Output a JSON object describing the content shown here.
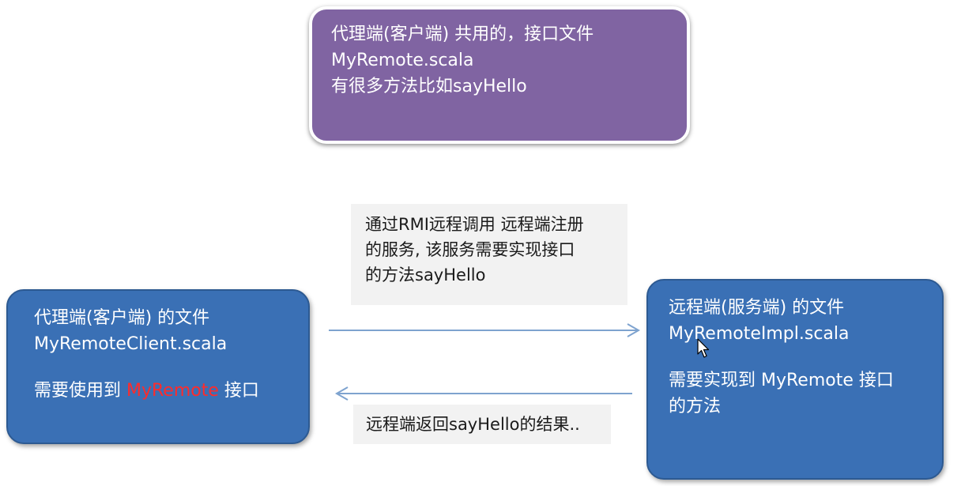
{
  "shared_box": {
    "line1": "代理端(客户端) 共用的，接口文件",
    "line2": "MyRemote.scala",
    "line3": "有很多方法比如sayHello"
  },
  "client_box": {
    "line1": "代理端(客户端) 的文件",
    "line2": "MyRemoteClient.scala",
    "line3_pre": "需要使用到 ",
    "line3_highlight": "MyRemote",
    "line3_post": " 接口"
  },
  "server_box": {
    "line1": "远程端(服务端) 的文件",
    "line2": "MyRemoteImpl.scala",
    "line3": "需要实现到 MyRemote 接口",
    "line4": "的方法"
  },
  "request_note": {
    "line1": "通过RMI远程调用 远程端注册",
    "line2": "的服务, 该服务需要实现接口",
    "line3": "的方法sayHello"
  },
  "response_note": {
    "text": "远程端返回sayHello的结果.."
  },
  "colors": {
    "shared_box": "#8064a2",
    "node_box": "#3a70b5",
    "note_bg": "#f2f2f2",
    "arrow": "#7ea3cf",
    "highlight": "#ff2b2b"
  }
}
